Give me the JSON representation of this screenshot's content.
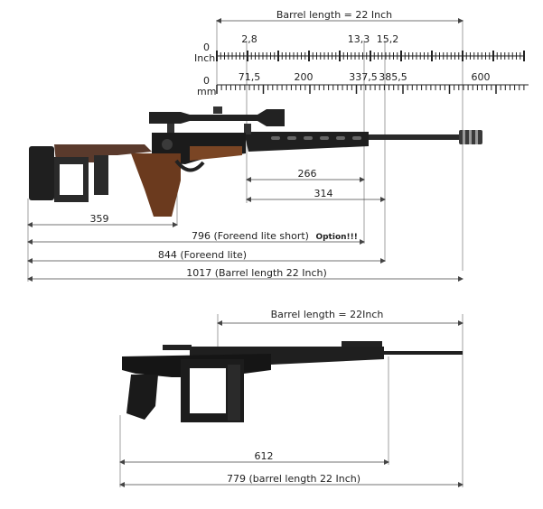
{
  "top": {
    "barrel_label": "Barrel length = 22 Inch",
    "inch": {
      "unit": "Inch",
      "zero": "0",
      "ticks": [
        "2,8",
        "13,3",
        "15,2"
      ]
    },
    "mm": {
      "unit": "mm",
      "zero": "0",
      "ticks": [
        "71,5",
        "200",
        "337,5",
        "385,5",
        "600"
      ]
    },
    "dims": [
      "266",
      "314",
      "359",
      "796 (Foreend lite short)",
      "844 (Foreend lite)",
      "1017 (Barrel length 22 Inch)"
    ],
    "option_label": "Option!!!"
  },
  "bottom": {
    "barrel_label": "Barrel length = 22Inch",
    "dims": [
      "612",
      "779 (barrel length 22 Inch)"
    ]
  }
}
